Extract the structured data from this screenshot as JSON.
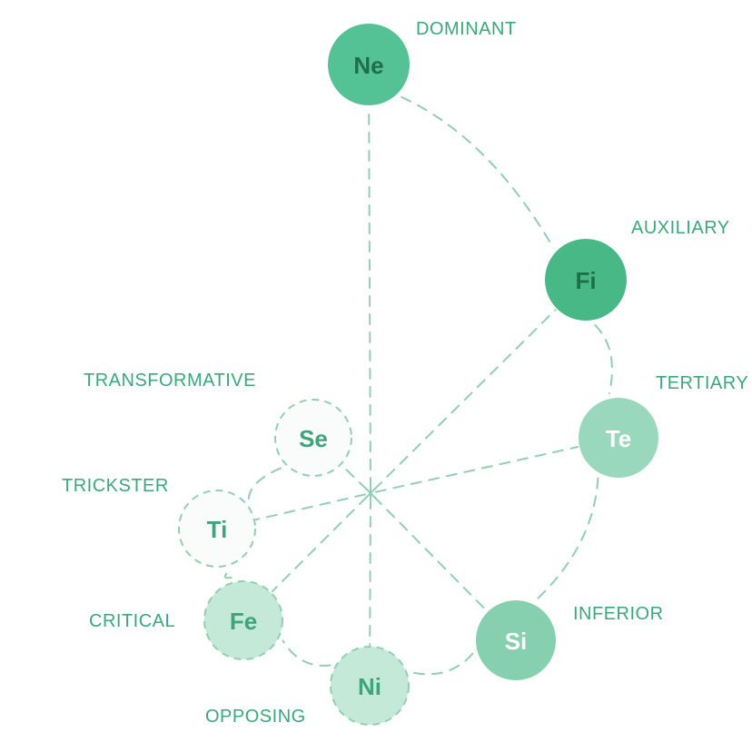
{
  "colors": {
    "line": "#92cfb2",
    "label": "#3aa87a",
    "dominant_fill": "#54c295",
    "auxiliary_fill": "#48b887",
    "tertiary_fill": "#99d8bc",
    "inferior_fill": "#86d0af",
    "shadow_fill": "#c5e9d8",
    "ghost_fill": "#fafcfb",
    "dark_text": "#1e6e4a",
    "mid_text": "#ffffff",
    "light_text": "#3fa47a"
  },
  "functions": [
    {
      "id": "ne",
      "code": "Ne",
      "role": "DOMINANT"
    },
    {
      "id": "fi",
      "code": "Fi",
      "role": "AUXILIARY"
    },
    {
      "id": "te",
      "code": "Te",
      "role": "TERTIARY"
    },
    {
      "id": "si",
      "code": "Si",
      "role": "INFERIOR"
    },
    {
      "id": "ni",
      "code": "Ni",
      "role": "OPPOSING"
    },
    {
      "id": "fe",
      "code": "Fe",
      "role": "CRITICAL"
    },
    {
      "id": "ti",
      "code": "Ti",
      "role": "TRICKSTER"
    },
    {
      "id": "se",
      "code": "Se",
      "role": "TRANSFORMATIVE"
    }
  ]
}
